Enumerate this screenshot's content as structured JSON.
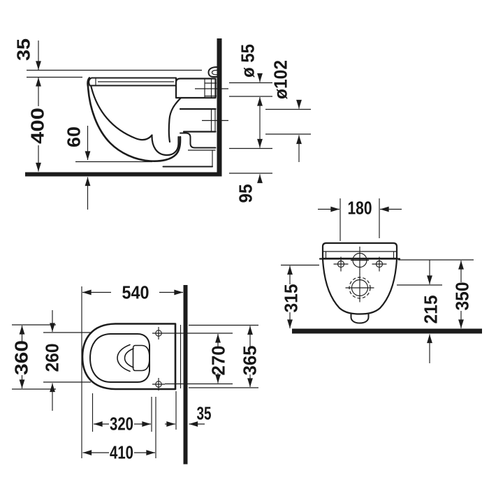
{
  "drawing": {
    "background_color": "#ffffff",
    "line_color": "#1c1c1c",
    "side_view": {
      "dim_top_offset": "35",
      "dim_rim_height": "400",
      "dim_bottom_clearance": "60",
      "dim_inlet_diameter": "ø 55",
      "dim_outlet_diameter": "ø102",
      "dim_outlet_bottom_height": "95"
    },
    "front_view": {
      "dim_fixing_hole_spacing": "180",
      "dim_fixing_hole_height": "315",
      "dim_outlet_center_height": "215",
      "dim_body_height": "350"
    },
    "plan_view": {
      "dim_total_depth": "540",
      "dim_outer_width": "360",
      "dim_inner_width": "260",
      "dim_hole_pitch": "270",
      "dim_side_extent": "365",
      "dim_wall_gap": "35",
      "dim_hole_depth": "320",
      "dim_seat_depth": "410"
    }
  }
}
